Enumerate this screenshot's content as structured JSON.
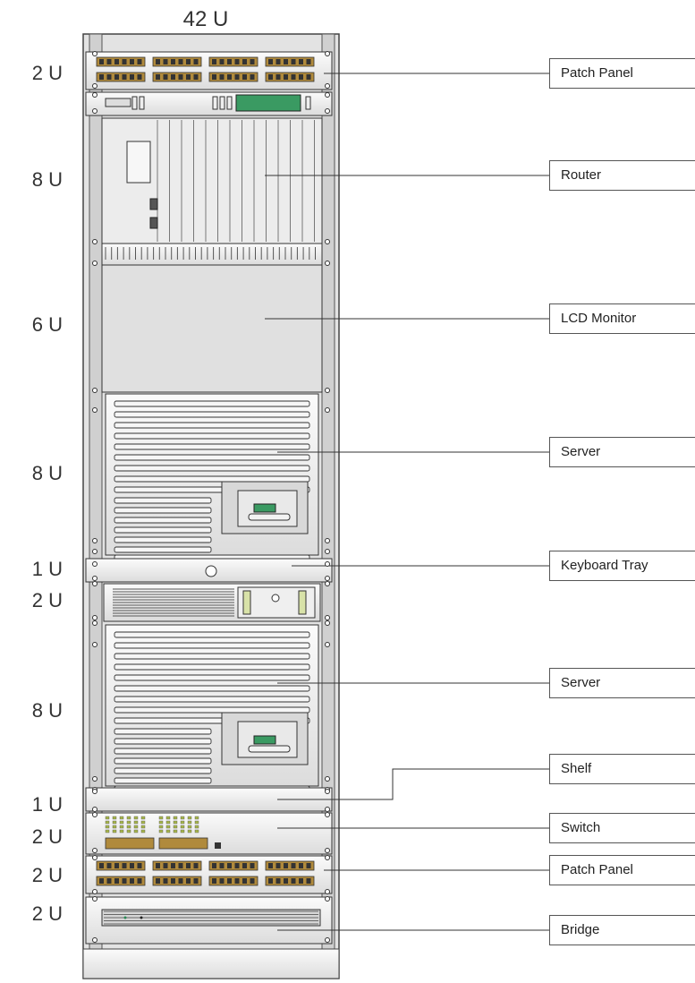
{
  "rack": {
    "total": "42 U"
  },
  "units": [
    "2 U",
    "8 U",
    "6 U",
    "8 U",
    "1 U",
    "2 U",
    "8 U",
    "1 U",
    "2 U",
    "2 U",
    "2 U"
  ],
  "callouts": [
    "Patch Panel",
    "Router",
    "LCD Monitor",
    "Server",
    "Keyboard Tray",
    "Server",
    "Shelf",
    "Switch",
    "Patch Panel",
    "Bridge"
  ]
}
